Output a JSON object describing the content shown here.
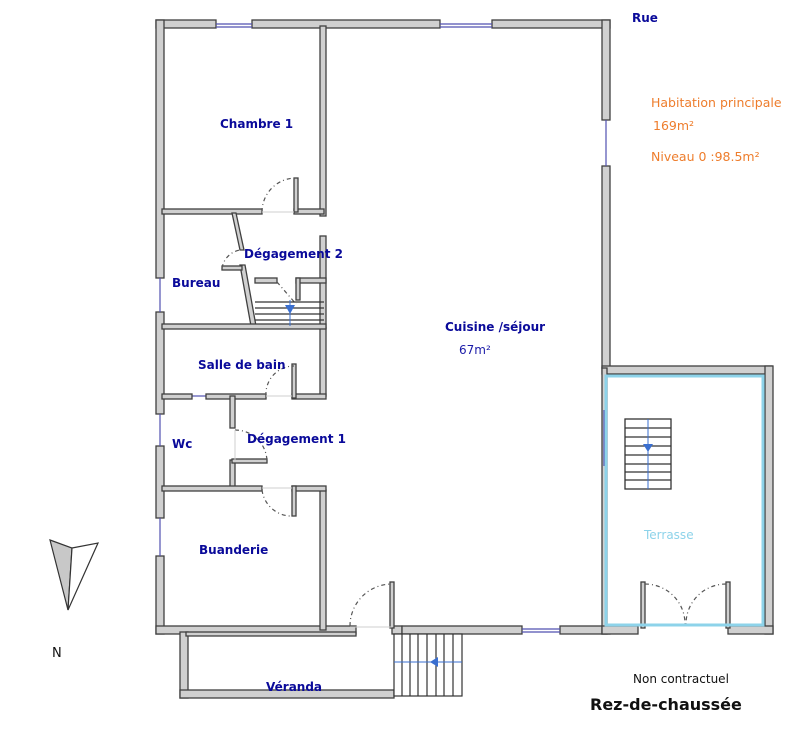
{
  "street": {
    "label": "Rue"
  },
  "summary": {
    "title": "Habitation principale",
    "total_area": "169m²",
    "level_area": "Niveau 0 :98.5m²"
  },
  "rooms": [
    {
      "name": "Chambre 1"
    },
    {
      "name": "Dégagement 2"
    },
    {
      "name": "Bureau"
    },
    {
      "name": "Salle de bain"
    },
    {
      "name": "Wc"
    },
    {
      "name": "Dégagement 1"
    },
    {
      "name": "Buanderie"
    },
    {
      "name": "Cuisine /séjour",
      "area": "67m²"
    },
    {
      "name": "Terrasse"
    },
    {
      "name": "Véranda"
    }
  ],
  "compass": {
    "label": "N",
    "icon": "north-arrow-icon"
  },
  "footer": {
    "disclaimer": "Non contractuel",
    "floor_title": "Rez-de-chaussée"
  },
  "colors": {
    "wall_fill": "#d0d0d0",
    "wall_stroke": "#404040",
    "window": "#5050b0",
    "room_label": "#0a0a9a",
    "summary_text": "#ee7d2c",
    "terrace_outline": "#8dd3ea",
    "stair_arrow": "#3a6fd0"
  }
}
